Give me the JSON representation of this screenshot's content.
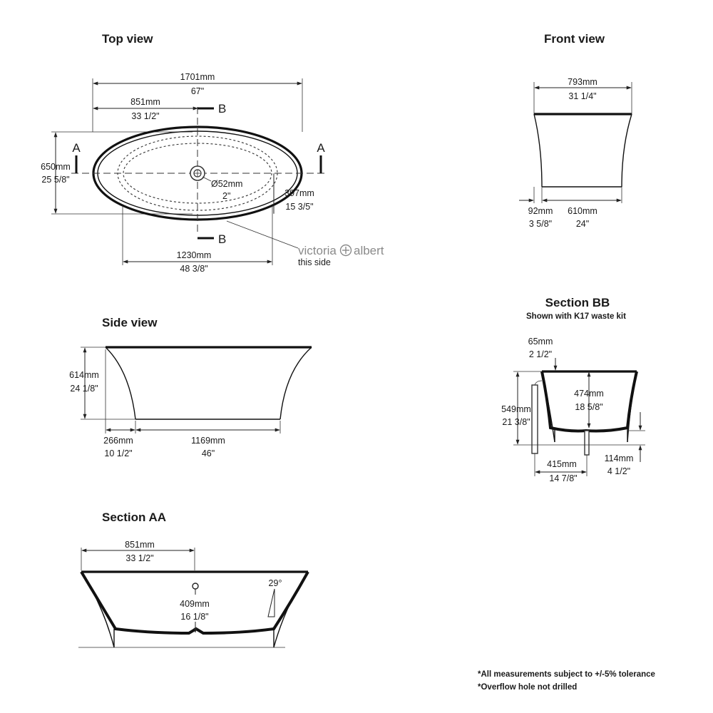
{
  "top_view": {
    "title": "Top view",
    "length_mm": "1701mm",
    "length_in": "67\"",
    "half_mm": "851mm",
    "half_in": "33 1/2\"",
    "width_mm": "650mm",
    "width_in": "25 5/8\"",
    "drain_mm": "Ø52mm",
    "drain_in": "2\"",
    "inner_w_mm": "397mm",
    "inner_w_in": "15 3/5\"",
    "inner_l_mm": "1230mm",
    "inner_l_in": "48 3/8\"",
    "section_a": "A",
    "section_a2": "A",
    "section_b": "B",
    "section_b2": "B",
    "logo_left": "victoria",
    "logo_right": "albert",
    "logo_note": "this side"
  },
  "front_view": {
    "title": "Front view",
    "top_mm": "793mm",
    "top_in": "31 1/4\"",
    "offset_mm": "92mm",
    "offset_in": "3 5/8\"",
    "base_mm": "610mm",
    "base_in": "24\""
  },
  "side_view": {
    "title": "Side view",
    "height_mm": "614mm",
    "height_in": "24 1/8\"",
    "flare_mm": "266mm",
    "flare_in": "10 1/2\"",
    "base_mm": "1169mm",
    "base_in": "46\""
  },
  "section_bb": {
    "title": "Section BB",
    "subtitle": "Shown with K17 waste kit",
    "rim_mm": "65mm",
    "rim_in": "2 1/2\"",
    "depth_mm": "474mm",
    "depth_in": "18 5/8\"",
    "height_mm": "549mm",
    "height_in": "21 3/8\"",
    "waste_mm": "415mm",
    "waste_in": "14 7/8\"",
    "floor_mm": "114mm",
    "floor_in": "4 1/2\""
  },
  "section_aa": {
    "title": "Section AA",
    "half_mm": "851mm",
    "half_in": "33 1/2\"",
    "depth_mm": "409mm",
    "depth_in": "16 1/8\"",
    "angle": "29°"
  },
  "notes": {
    "tolerance": "*All measurements subject to +/-5% tolerance",
    "overflow": "*Overflow hole not drilled"
  }
}
